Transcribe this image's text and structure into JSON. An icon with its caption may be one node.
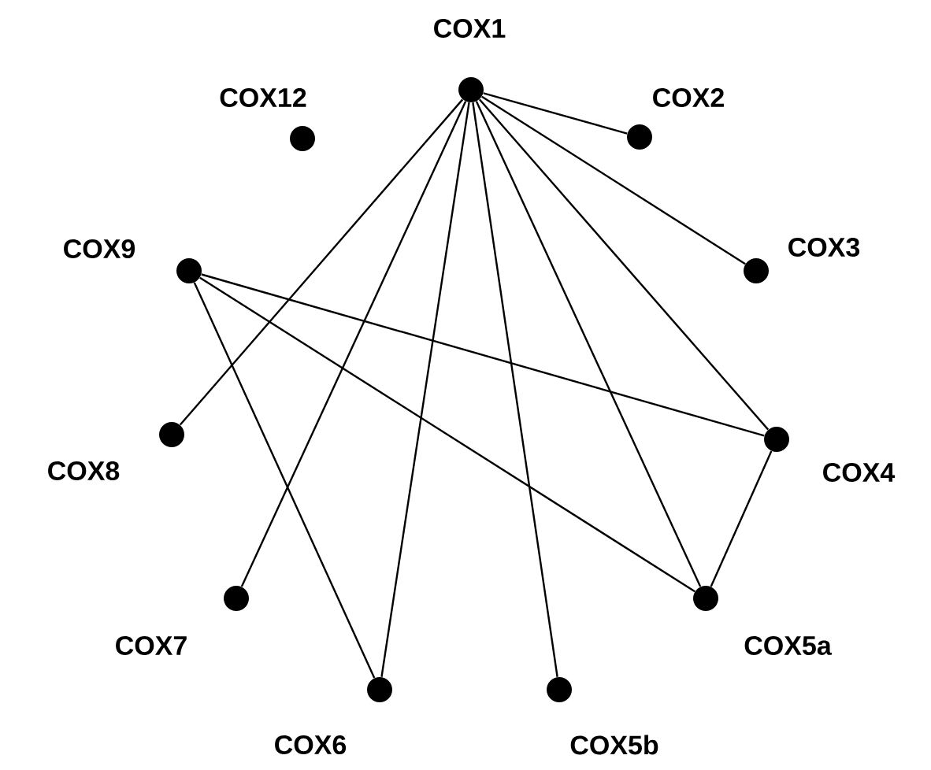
{
  "diagram": {
    "nodes": [
      {
        "text": [
          "COX1"
        ]
      },
      {
        "text": [
          "COX12"
        ]
      },
      {
        "text": [
          "COX2"
        ]
      },
      {
        "text": [
          "COX9"
        ]
      },
      {
        "text": [
          "COX3"
        ]
      },
      {
        "text": [
          "COX8"
        ]
      },
      {
        "text": [
          "COX4"
        ]
      },
      {
        "text": [
          "COX7"
        ]
      },
      {
        "text": [
          "COX5a"
        ]
      },
      {
        "text": [
          "COX6"
        ]
      },
      {
        "text": [
          "COX5b"
        ]
      }
    ],
    "edges": [
      {
        "from": 0,
        "to": 2,
        "arrow": "none"
      },
      {
        "from": 0,
        "to": 4,
        "arrow": "none"
      },
      {
        "from": 0,
        "to": 6,
        "arrow": "none"
      },
      {
        "from": 0,
        "to": 8,
        "arrow": "none"
      },
      {
        "from": 0,
        "to": 10,
        "arrow": "none"
      },
      {
        "from": 0,
        "to": 9,
        "arrow": "none"
      },
      {
        "from": 0,
        "to": 7,
        "arrow": "none"
      },
      {
        "from": 0,
        "to": 5,
        "arrow": "none"
      },
      {
        "from": 3,
        "to": 6,
        "arrow": "none"
      },
      {
        "from": 3,
        "to": 8,
        "arrow": "none"
      },
      {
        "from": 3,
        "to": 9,
        "arrow": "none"
      },
      {
        "from": 6,
        "to": 8,
        "arrow": "none"
      }
    ]
  }
}
